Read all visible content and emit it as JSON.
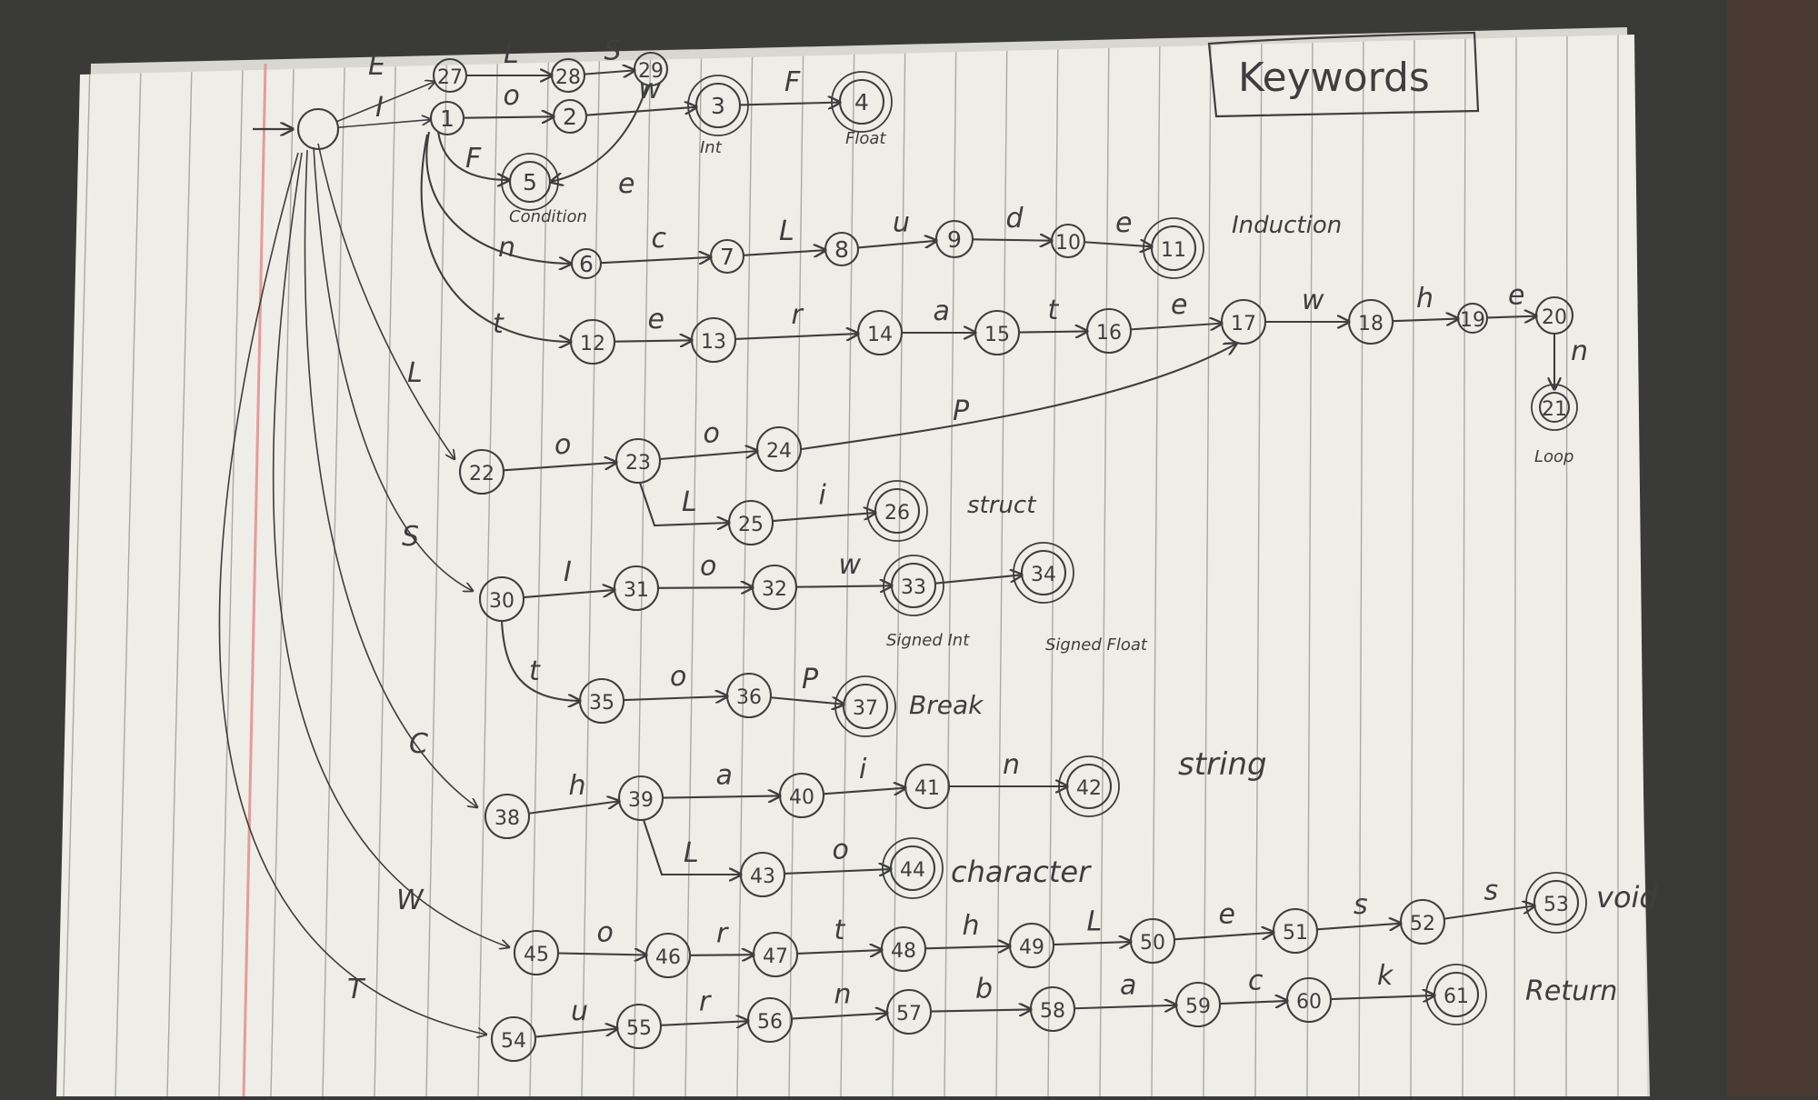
{
  "title": "Keywords",
  "states": [
    {
      "id": "s0",
      "label": ""
    },
    {
      "id": "s1",
      "label": "1"
    },
    {
      "id": "s2",
      "label": "2"
    },
    {
      "id": "s3",
      "label": "3",
      "final": true,
      "caption": "Int"
    },
    {
      "id": "s4",
      "label": "4",
      "final": true,
      "caption": "Float"
    },
    {
      "id": "s5",
      "label": "5",
      "final": true,
      "caption": "Condition"
    },
    {
      "id": "s6",
      "label": "6"
    },
    {
      "id": "s7",
      "label": "7"
    },
    {
      "id": "s8",
      "label": "8"
    },
    {
      "id": "s9",
      "label": "9"
    },
    {
      "id": "s10",
      "label": "10"
    },
    {
      "id": "s11",
      "label": "11",
      "final": true,
      "caption": "Induction"
    },
    {
      "id": "s12",
      "label": "12"
    },
    {
      "id": "s13",
      "label": "13"
    },
    {
      "id": "s14",
      "label": "14"
    },
    {
      "id": "s15",
      "label": "15"
    },
    {
      "id": "s16",
      "label": "16"
    },
    {
      "id": "s17",
      "label": "17"
    },
    {
      "id": "s18",
      "label": "18"
    },
    {
      "id": "s19",
      "label": "19"
    },
    {
      "id": "s20",
      "label": "20"
    },
    {
      "id": "s21",
      "label": "21",
      "final": true,
      "caption": "Loop"
    },
    {
      "id": "s22",
      "label": "22"
    },
    {
      "id": "s23",
      "label": "23"
    },
    {
      "id": "s24",
      "label": "24"
    },
    {
      "id": "s25",
      "label": "25"
    },
    {
      "id": "s26",
      "label": "26",
      "final": true,
      "caption": "struct"
    },
    {
      "id": "s27",
      "label": "27"
    },
    {
      "id": "s28",
      "label": "28"
    },
    {
      "id": "s29",
      "label": "29"
    },
    {
      "id": "s30",
      "label": "30"
    },
    {
      "id": "s31",
      "label": "31"
    },
    {
      "id": "s32",
      "label": "32"
    },
    {
      "id": "s33",
      "label": "33",
      "final": true,
      "caption": "Signed Int"
    },
    {
      "id": "s34",
      "label": "34",
      "final": true,
      "caption": "Signed Float"
    },
    {
      "id": "s35",
      "label": "35"
    },
    {
      "id": "s36",
      "label": "36"
    },
    {
      "id": "s37",
      "label": "37",
      "final": true,
      "caption": "Break"
    },
    {
      "id": "s38",
      "label": "38"
    },
    {
      "id": "s39",
      "label": "39"
    },
    {
      "id": "s40",
      "label": "40"
    },
    {
      "id": "s41",
      "label": "41"
    },
    {
      "id": "s42",
      "label": "42",
      "final": true,
      "caption": "string"
    },
    {
      "id": "s43",
      "label": "43"
    },
    {
      "id": "s44",
      "label": "44",
      "final": true,
      "caption": "character"
    },
    {
      "id": "s45",
      "label": "45"
    },
    {
      "id": "s46",
      "label": "46"
    },
    {
      "id": "s47",
      "label": "47"
    },
    {
      "id": "s48",
      "label": "48"
    },
    {
      "id": "s49",
      "label": "49"
    },
    {
      "id": "s50",
      "label": "50"
    },
    {
      "id": "s51",
      "label": "51"
    },
    {
      "id": "s52",
      "label": "52"
    },
    {
      "id": "s53",
      "label": "53",
      "final": true,
      "caption": "void"
    },
    {
      "id": "s54",
      "label": "54"
    },
    {
      "id": "s55",
      "label": "55"
    },
    {
      "id": "s56",
      "label": "56"
    },
    {
      "id": "s57",
      "label": "57"
    },
    {
      "id": "s58",
      "label": "58"
    },
    {
      "id": "s59",
      "label": "59"
    },
    {
      "id": "s60",
      "label": "60"
    },
    {
      "id": "s61",
      "label": "61",
      "final": true,
      "caption": "Return"
    }
  ],
  "edges": [
    {
      "from": "s0",
      "to": "s27",
      "label": "E"
    },
    {
      "from": "s27",
      "to": "s28",
      "label": "L"
    },
    {
      "from": "s28",
      "to": "s29",
      "label": "S"
    },
    {
      "from": "s29",
      "to": "s5",
      "label": "e"
    },
    {
      "from": "s0",
      "to": "s1",
      "label": "I"
    },
    {
      "from": "s1",
      "to": "s2",
      "label": "o"
    },
    {
      "from": "s2",
      "to": "s3",
      "label": "w"
    },
    {
      "from": "s3",
      "to": "s4",
      "label": "F"
    },
    {
      "from": "s1",
      "to": "s5",
      "label": "F"
    },
    {
      "from": "s1",
      "to": "s6",
      "label": "n"
    },
    {
      "from": "s6",
      "to": "s7",
      "label": "c"
    },
    {
      "from": "s7",
      "to": "s8",
      "label": "L"
    },
    {
      "from": "s8",
      "to": "s9",
      "label": "u"
    },
    {
      "from": "s9",
      "to": "s10",
      "label": "d"
    },
    {
      "from": "s10",
      "to": "s11",
      "label": "e"
    },
    {
      "from": "s1",
      "to": "s12",
      "label": "t"
    },
    {
      "from": "s12",
      "to": "s13",
      "label": "e"
    },
    {
      "from": "s13",
      "to": "s14",
      "label": "r"
    },
    {
      "from": "s14",
      "to": "s15",
      "label": "a"
    },
    {
      "from": "s15",
      "to": "s16",
      "label": "t"
    },
    {
      "from": "s16",
      "to": "s17",
      "label": "e"
    },
    {
      "from": "s17",
      "to": "s18",
      "label": "w"
    },
    {
      "from": "s18",
      "to": "s19",
      "label": "h"
    },
    {
      "from": "s19",
      "to": "s20",
      "label": "e"
    },
    {
      "from": "s20",
      "to": "s21",
      "label": "n"
    },
    {
      "from": "s0",
      "to": "s22",
      "label": "L"
    },
    {
      "from": "s22",
      "to": "s23",
      "label": "o"
    },
    {
      "from": "s23",
      "to": "s24",
      "label": "o"
    },
    {
      "from": "s24",
      "to": "s17",
      "label": "P"
    },
    {
      "from": "s23",
      "to": "s25",
      "label": "L"
    },
    {
      "from": "s25",
      "to": "s26",
      "label": "i"
    },
    {
      "from": "s0",
      "to": "s30",
      "label": "S"
    },
    {
      "from": "s30",
      "to": "s31",
      "label": "I"
    },
    {
      "from": "s31",
      "to": "s32",
      "label": "o"
    },
    {
      "from": "s32",
      "to": "s33",
      "label": "w"
    },
    {
      "from": "s33",
      "to": "s34",
      "label": ""
    },
    {
      "from": "s30",
      "to": "s35",
      "label": "t"
    },
    {
      "from": "s35",
      "to": "s36",
      "label": "o"
    },
    {
      "from": "s36",
      "to": "s37",
      "label": "P"
    },
    {
      "from": "s0",
      "to": "s38",
      "label": "C"
    },
    {
      "from": "s38",
      "to": "s39",
      "label": "h"
    },
    {
      "from": "s39",
      "to": "s40",
      "label": "a"
    },
    {
      "from": "s40",
      "to": "s41",
      "label": "i"
    },
    {
      "from": "s41",
      "to": "s42",
      "label": "n"
    },
    {
      "from": "s39",
      "to": "s43",
      "label": "L"
    },
    {
      "from": "s43",
      "to": "s44",
      "label": "o"
    },
    {
      "from": "s0",
      "to": "s45",
      "label": "W"
    },
    {
      "from": "s45",
      "to": "s46",
      "label": "o"
    },
    {
      "from": "s46",
      "to": "s47",
      "label": "r"
    },
    {
      "from": "s47",
      "to": "s48",
      "label": "t"
    },
    {
      "from": "s48",
      "to": "s49",
      "label": "h"
    },
    {
      "from": "s49",
      "to": "s50",
      "label": "L"
    },
    {
      "from": "s50",
      "to": "s51",
      "label": "e"
    },
    {
      "from": "s51",
      "to": "s52",
      "label": "s"
    },
    {
      "from": "s52",
      "to": "s53",
      "label": "s"
    },
    {
      "from": "s0",
      "to": "s54",
      "label": "T"
    },
    {
      "from": "s54",
      "to": "s55",
      "label": "u"
    },
    {
      "from": "s55",
      "to": "s56",
      "label": "r"
    },
    {
      "from": "s56",
      "to": "s57",
      "label": "n"
    },
    {
      "from": "s57",
      "to": "s58",
      "label": "b"
    },
    {
      "from": "s58",
      "to": "s59",
      "label": "a"
    },
    {
      "from": "s59",
      "to": "s60",
      "label": "c"
    },
    {
      "from": "s60",
      "to": "s61",
      "label": "k"
    }
  ],
  "colors": {
    "paper": "#eeede8",
    "ink": "#3e3e3e",
    "rule": "#a9aaa6",
    "margin": "#e79a9a",
    "background": "#3a3a38"
  }
}
